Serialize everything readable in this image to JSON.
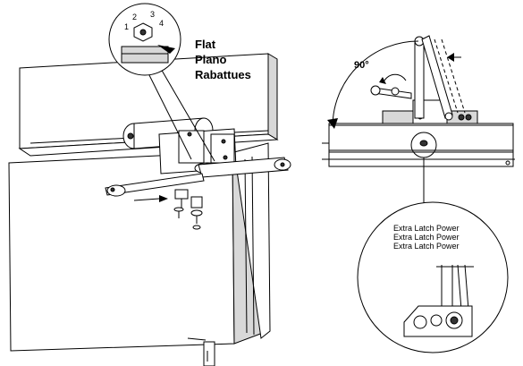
{
  "figure": {
    "adjustment_labels": [
      "Flat",
      "Plano",
      "Rabattues"
    ],
    "dial_numbers": [
      "1",
      "2",
      "3",
      "4"
    ],
    "angle_label": "90°",
    "detail_labels": [
      "Extra Latch Power",
      "Extra Latch Power",
      "Extra Latch Power"
    ]
  }
}
